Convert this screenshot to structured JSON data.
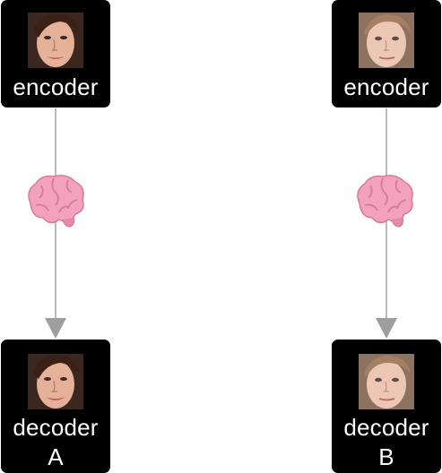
{
  "left": {
    "encoder_label": "encoder",
    "decoder_label_line1": "decoder",
    "decoder_label_line2": "A",
    "face_icon": "woman-face-brown-hair-icon"
  },
  "right": {
    "encoder_label": "encoder",
    "decoder_label_line1": "decoder",
    "decoder_label_line2": "B",
    "face_icon": "woman-face-light-hair-icon"
  },
  "latent_icon": "brain-icon",
  "colors": {
    "box": "#000000",
    "text": "#ffffff",
    "arrow": "#9e9e9e",
    "brain": "#f2a2bd"
  }
}
